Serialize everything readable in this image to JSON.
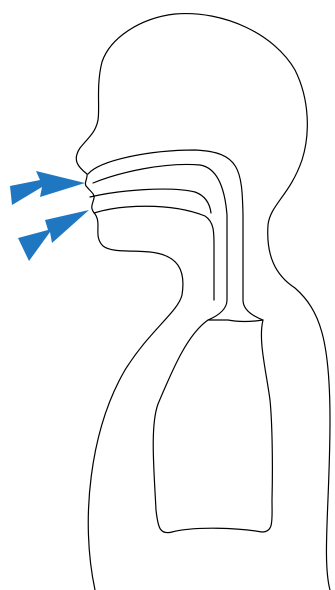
{
  "diagram": {
    "figure": "human-head-and-torso-profile",
    "parts": [
      "head-and-torso-outline",
      "nasal-cavity",
      "oral-cavity",
      "trachea",
      "lungs"
    ],
    "arrows": [
      {
        "name": "nose-inhale-arrow",
        "target": "nose"
      },
      {
        "name": "mouth-inhale-arrow",
        "target": "mouth"
      }
    ],
    "colors": {
      "outline": "#000000",
      "arrow": "#1f77c2",
      "background": "#ffffff"
    }
  }
}
